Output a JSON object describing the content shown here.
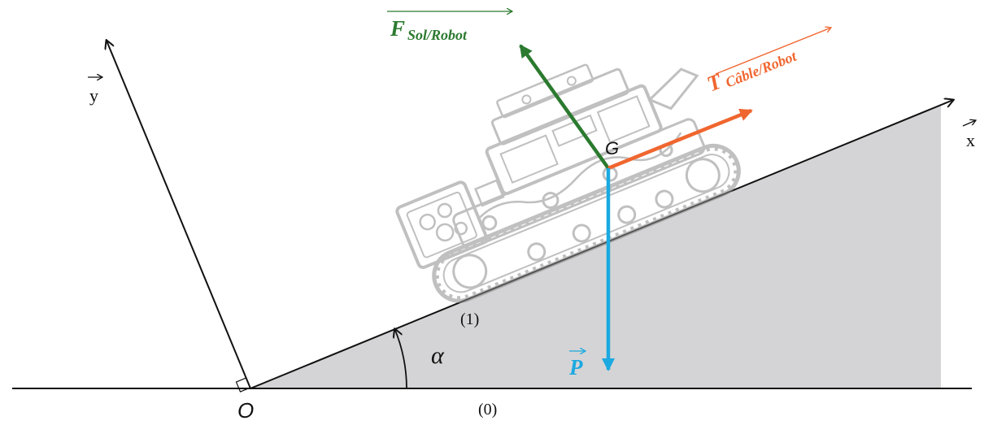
{
  "labels": {
    "axis_y": "y",
    "axis_x": "x",
    "origin": "O",
    "center_of_mass": "G",
    "angle": "α",
    "ground": "(0)",
    "slope": "(1)",
    "force_ground_main": "F",
    "force_ground_sub": "Sol/Robot",
    "force_cable_main": "T",
    "force_cable_sub": "Câble/Robot",
    "weight": "P"
  },
  "colors": {
    "slope_fill": "#d4d4d6",
    "axis": "#111111",
    "force_ground": "#2b7a2f",
    "force_cable": "#f0662f",
    "weight": "#1ba9e0",
    "robot": "#a9a9a9"
  },
  "icons": {
    "robot": "tracked-robot-illustration"
  }
}
